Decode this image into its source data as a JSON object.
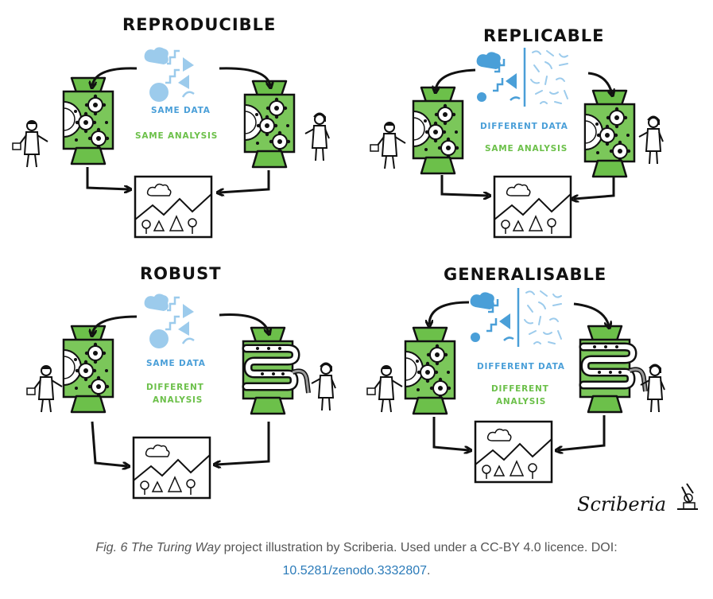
{
  "panels": {
    "reproducible": {
      "title": "REPRODUCIBLE",
      "data_label": "SAME DATA",
      "analysis_label": "SAME ANALYSIS"
    },
    "replicable": {
      "title": "REPLICABLE",
      "data_label": "DIFFERENT DATA",
      "analysis_label": "SAME ANALYSIS"
    },
    "robust": {
      "title": "ROBUST",
      "data_label": "SAME DATA",
      "analysis_label_line1": "DIFFERENT",
      "analysis_label_line2": "ANALYSIS"
    },
    "generalisable": {
      "title": "GENERALISABLE",
      "data_label": "DIFFERENT DATA",
      "analysis_label_line1": "DIFFERENT",
      "analysis_label_line2": "ANALYSIS"
    }
  },
  "signature": "Scriberia",
  "caption": {
    "fig": "Fig. 6",
    "work": "The Turing Way",
    "text": "project illustration by Scriberia. Used under a CC-BY 4.0 licence. DOI:",
    "doi": "10.5281/zenodo.3332807",
    "end": "."
  },
  "colors": {
    "green": "#6cc04a",
    "machine_green": "#7bc75a",
    "blue": "#4a9fd8",
    "light_blue": "#9ccbec",
    "ink": "#111111"
  }
}
